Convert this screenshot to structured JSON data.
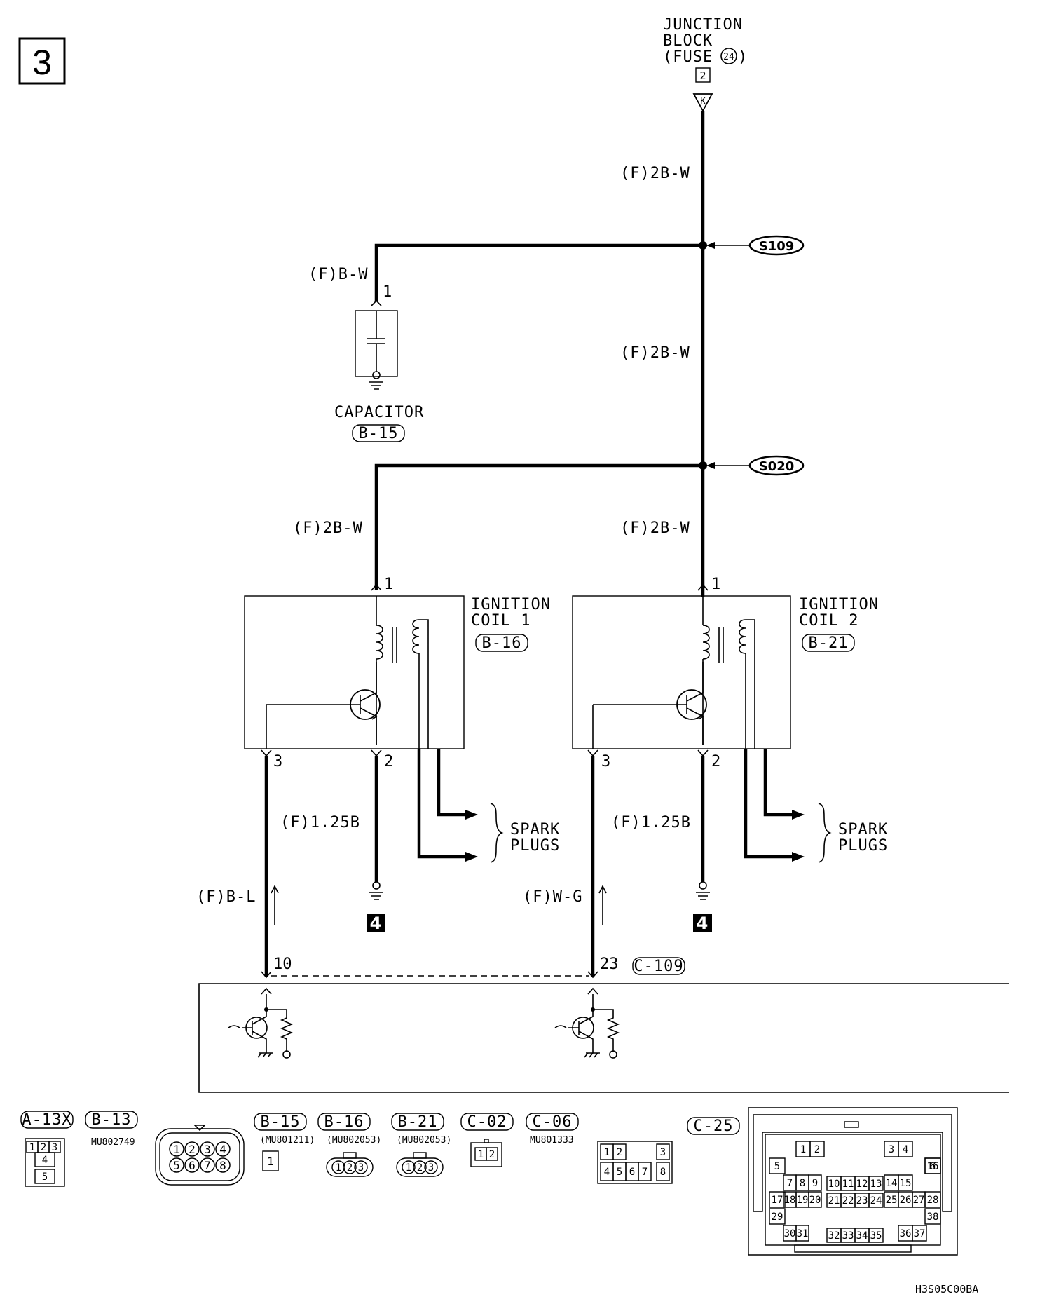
{
  "page_number": "3",
  "junction_block": {
    "line1": "JUNCTION",
    "line2": "BLOCK",
    "line3": "(FUSE",
    "fuse_no": "24",
    "line3_end": ")",
    "pin": "2",
    "connector_mark": "K"
  },
  "wires": {
    "feed_top": "(F)2B-W",
    "feed_mid": "(F)2B-W",
    "capacitor_wire": "(F)B-W",
    "coil1_feed": "(F)2B-W",
    "coil2_feed": "(F)2B-W",
    "coil1_ground": "(F)1.25B",
    "coil2_ground": "(F)1.25B",
    "coil1_signal": "(F)B-L",
    "coil2_signal": "(F)W-G"
  },
  "splices": {
    "upper": "S109",
    "lower": "S020"
  },
  "capacitor": {
    "name": "CAPACITOR",
    "connector": "B-15",
    "pin": "1"
  },
  "coil1": {
    "name_line1": "IGNITION",
    "name_line2": "COIL 1",
    "connector": "B-16",
    "pin_feed": "1",
    "pin_signal": "3",
    "pin_ground": "2"
  },
  "coil2": {
    "name_line1": "IGNITION",
    "name_line2": "COIL 2",
    "connector": "B-21",
    "pin_feed": "1",
    "pin_signal": "3",
    "pin_ground": "2"
  },
  "spark_plugs": {
    "line1": "SPARK",
    "line2": "PLUGS"
  },
  "ground_ref": "4",
  "ecu_connector": {
    "pin_coil1": "10",
    "pin_coil2": "23",
    "connector": "C-109"
  },
  "connector_views": [
    {
      "id": "A-13X",
      "part": ""
    },
    {
      "id": "B-13",
      "part": "MU802749"
    },
    {
      "id": "B-15",
      "part": "(MU801211)"
    },
    {
      "id": "B-16",
      "part": "(MU802053)"
    },
    {
      "id": "B-21",
      "part": "(MU802053)"
    },
    {
      "id": "C-02",
      "part": ""
    },
    {
      "id": "C-06",
      "part": "MU801333"
    },
    {
      "id": "C-25",
      "part": ""
    }
  ],
  "a13x_pins": [
    "1",
    "2",
    "3",
    "4",
    "5"
  ],
  "b13_pins": [
    "1",
    "2",
    "3",
    "4",
    "5",
    "6",
    "7",
    "8"
  ],
  "b15_pins": [
    "1"
  ],
  "b16_pins": [
    "1",
    "2",
    "3"
  ],
  "b21_pins": [
    "1",
    "2",
    "3"
  ],
  "c02_pins": [
    "1",
    "2"
  ],
  "c06_pins": [
    "1",
    "2",
    "3",
    "4",
    "5",
    "6",
    "7",
    "8"
  ],
  "c25_pins": [
    "1",
    "2",
    "3",
    "4",
    "5",
    "6",
    "7",
    "8",
    "9",
    "10",
    "11",
    "12",
    "13",
    "14",
    "15",
    "16",
    "17",
    "18",
    "19",
    "20",
    "21",
    "22",
    "23",
    "24",
    "25",
    "26",
    "27",
    "28",
    "29",
    "30",
    "31",
    "32",
    "33",
    "34",
    "35",
    "36",
    "37",
    "38"
  ],
  "figure_code": "H3S05C00BA"
}
